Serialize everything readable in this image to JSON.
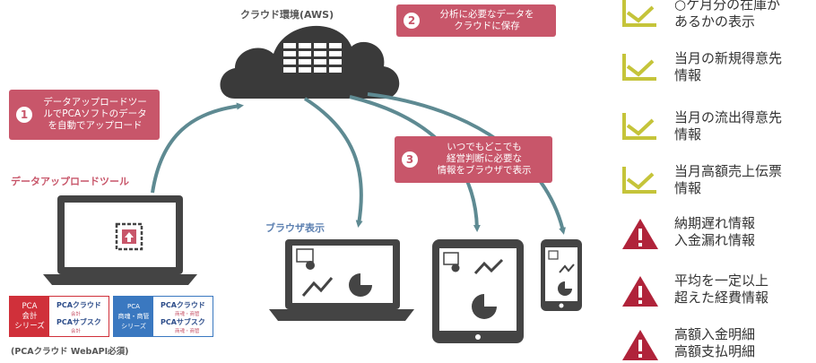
{
  "cloud_title": "クラウド環境(AWS)",
  "steps": [
    {
      "num": "1",
      "text": "データアップロードツー\nルでPCAソフトのデータ\nを自動でアップロード"
    },
    {
      "num": "2",
      "text": "分析に必要なデータを\nクラウドに保存"
    },
    {
      "num": "3",
      "text": "いつでもどこでも\n経営判断に必要な\n情報をブラウザで表示"
    }
  ],
  "upload_tool_label": "データアップロードツール",
  "browser_label": "ブラウザ表示",
  "api_note": "(PCAクラウド WebAPI必須)",
  "product_boxes": [
    {
      "side": "PCA\n会計\nシリーズ",
      "line1": "PCAクラウド",
      "sub1": "会計",
      "line2": "PCAサブスク",
      "sub2": "会計",
      "color": "#d0303a"
    },
    {
      "side": "PCA\n商魂・商管\nシリーズ",
      "line1": "PCAクラウド",
      "sub1": "商魂・商管",
      "line2": "PCAサブスク",
      "sub2": "商魂・商管",
      "color": "#3a78c0"
    }
  ],
  "right_items": [
    {
      "icon": "chart-icon",
      "text": "○ケ月分の在庫が\nあるかの表示"
    },
    {
      "icon": "chart-icon",
      "text": "当月の新規得意先\n情報"
    },
    {
      "icon": "chart-icon",
      "text": "当月の流出得意先\n情報"
    },
    {
      "icon": "chart-icon",
      "text": "当月高額売上伝票\n情報"
    },
    {
      "icon": "warning-icon",
      "text": "納期遅れ情報\n入金漏れ情報"
    },
    {
      "icon": "warning-icon",
      "text": "平均を一定以上\n超えた経費情報"
    },
    {
      "icon": "warning-icon",
      "text": "高額入金明細\n高額支払明細"
    }
  ],
  "colors": {
    "callout": "#c8566a",
    "arrow": "#5e8a92",
    "device": "#444444",
    "chart_icon": "#c5c43a",
    "warning": "#b0233a"
  }
}
